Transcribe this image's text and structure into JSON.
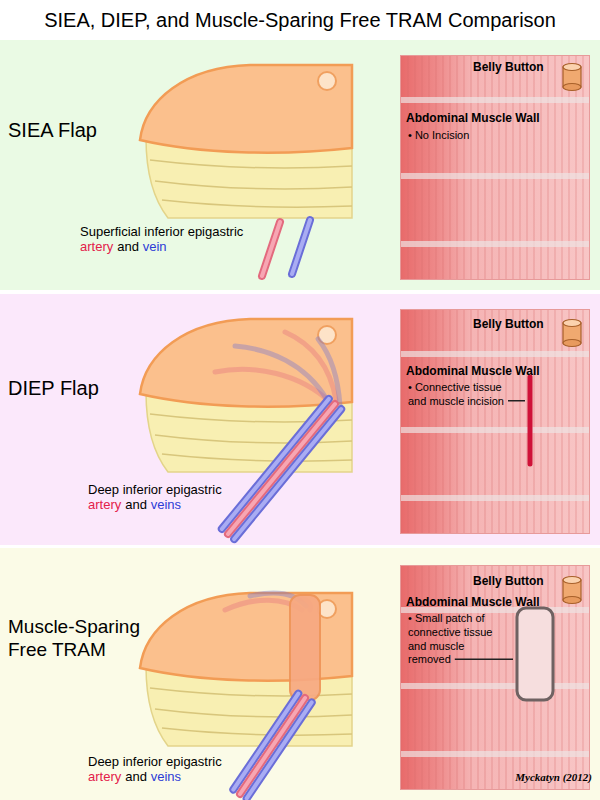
{
  "diagram": {
    "title": "SIEA, DIEP, and Muscle-Sparing Free TRAM Comparison",
    "nodes": [
      {
        "text": [
          "SIEA Flap",
          "Superficial inferior epigastric",
          "artery",
          "and",
          "vein"
        ]
      },
      {
        "text": [
          "Belly Button",
          "Abdominal Muscle Wall",
          "• No Incision"
        ],
        "in": 0
      },
      {
        "text": [
          "DIEP Flap",
          "Deep inferior epigastric",
          "artery",
          "and",
          "veins"
        ]
      },
      {
        "text": [
          "Belly Button",
          "Abdominal Muscle Wall",
          "• Connective tissue and muscle incision"
        ],
        "in": 2
      },
      {
        "text": [
          "Muscle-Sparing Free TRAM",
          "Deep inferior epigastric",
          "artery",
          "and",
          "veins"
        ]
      },
      {
        "text": [
          "Belly Button",
          "Abdominal Muscle Wall",
          "• Small patch of connective tissue and muscle removed"
        ],
        "in": 4
      }
    ],
    "labels": [
      "Myckatyn (2012)"
    ]
  }
}
